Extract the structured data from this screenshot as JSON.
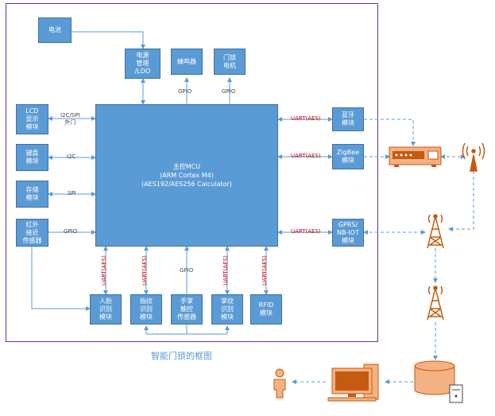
{
  "caption": "智能门锁的框图",
  "boxes": {
    "battery": "电池",
    "power": "电源\n管理\n/LDO",
    "buzzer": "蜂鸣器",
    "motor": "门锁\n电机",
    "lcd": "LCD\n显示\n模块",
    "keypad": "键盘\n模块",
    "storage": "存储\n模块",
    "ir": "红外\n接近\n传感器",
    "mcu": "主控MCU\n(ARM Cortex M4)\n(AES192/AES256 Calculator)",
    "bluetooth": "蓝牙\n模块",
    "zigbee": "ZigBee\n模块",
    "gprs": "GPRS/\nNB-IOT\n模块",
    "face": "人脸\n识别\n模块",
    "finger": "指纹\n识别\n模块",
    "palm": "手掌\n触控\n传感器",
    "vein": "掌纹\n识别\n模块",
    "rfid": "RFID\n模块"
  },
  "labels": {
    "gpio_buzzer": "GPIO",
    "gpio_motor": "GPIO",
    "lcd_bus": "I2C/SPI\n外门",
    "keypad_bus": "I2C",
    "storage_bus": "SPI",
    "ir_bus": "GPIO",
    "bt_bus": "UART(AES)",
    "zigbee_bus": "UART(AES)",
    "gprs_bus": "UART(AES)",
    "face_bus": "UART(AES)",
    "finger_bus": "UART(AES)",
    "palm_bus": "GPIO",
    "vein_bus": "UART(AES)",
    "rfid_bus": "UART(AES)"
  },
  "colors": {
    "box_fill": "#5b9bd5",
    "box_border": "#41719c",
    "frame": "#7030a0",
    "arrow": "#5b9bd5",
    "uart_text": "#c00000",
    "device_orange": "#f4b183"
  },
  "icons": [
    "gateway-device-icon",
    "antenna-icon",
    "cell-tower-icon",
    "cell-tower-icon",
    "person-icon",
    "computer-icon",
    "database-icon",
    "server-icon"
  ]
}
